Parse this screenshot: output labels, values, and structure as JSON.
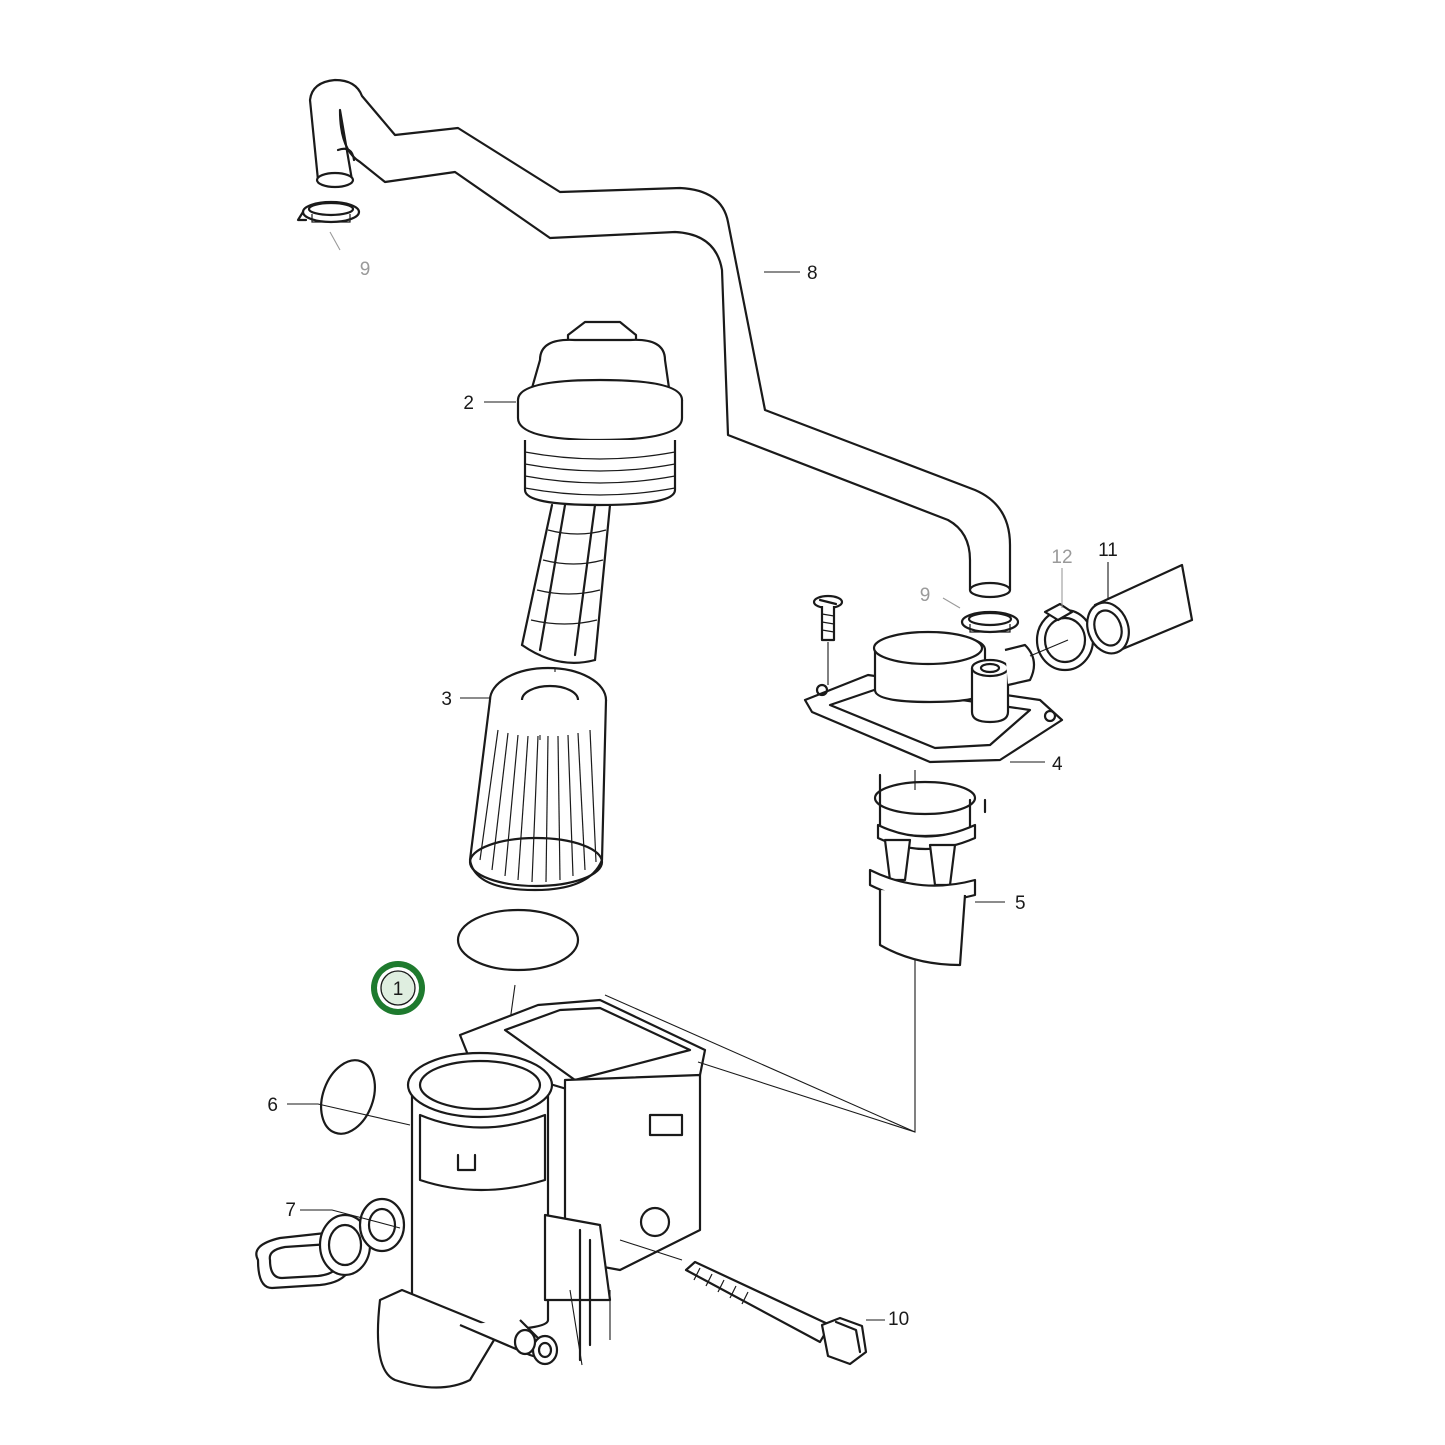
{
  "callouts": {
    "c1": "1",
    "c2": "2",
    "c3": "3",
    "c4": "4",
    "c5": "5",
    "c6": "6",
    "c7": "7",
    "c8": "8",
    "c9_top": "9",
    "c9_mid": "9",
    "c10": "10",
    "c11": "11",
    "c12": "12"
  },
  "colors": {
    "highlight_ring": "#1e7a2e",
    "highlight_fill": "#dfeee0",
    "line": "#1a1a1a",
    "grey_label": "#9a9a9a"
  }
}
